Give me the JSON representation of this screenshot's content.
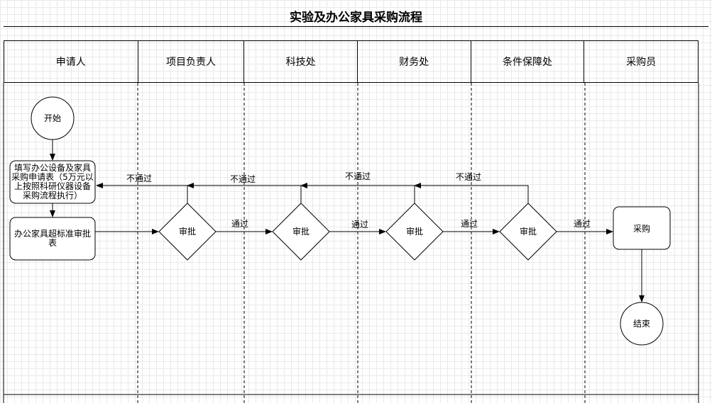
{
  "title": "实验及办公家具采购流程",
  "lanes": [
    "申请人",
    "项目负责人",
    "科技处",
    "财务处",
    "条件保障处",
    "采购员"
  ],
  "nodes": {
    "start": "开始",
    "fill_form": "填写办公设备及家具采购申请表（5万元以上按照科研仪器设备采购流程执行）",
    "approval_form": "办公家具超标准审批表",
    "review_1": "审批",
    "review_2": "审批",
    "review_3": "审批",
    "review_4": "审批",
    "purchase": "采购",
    "end": "结束"
  },
  "edges": {
    "pass_1": "通过",
    "pass_2": "通过",
    "pass_3": "通过",
    "pass_4": "通过",
    "reject_1": "不通过",
    "reject_2": "不通过",
    "reject_3": "不通过",
    "reject_4": "不通过"
  }
}
